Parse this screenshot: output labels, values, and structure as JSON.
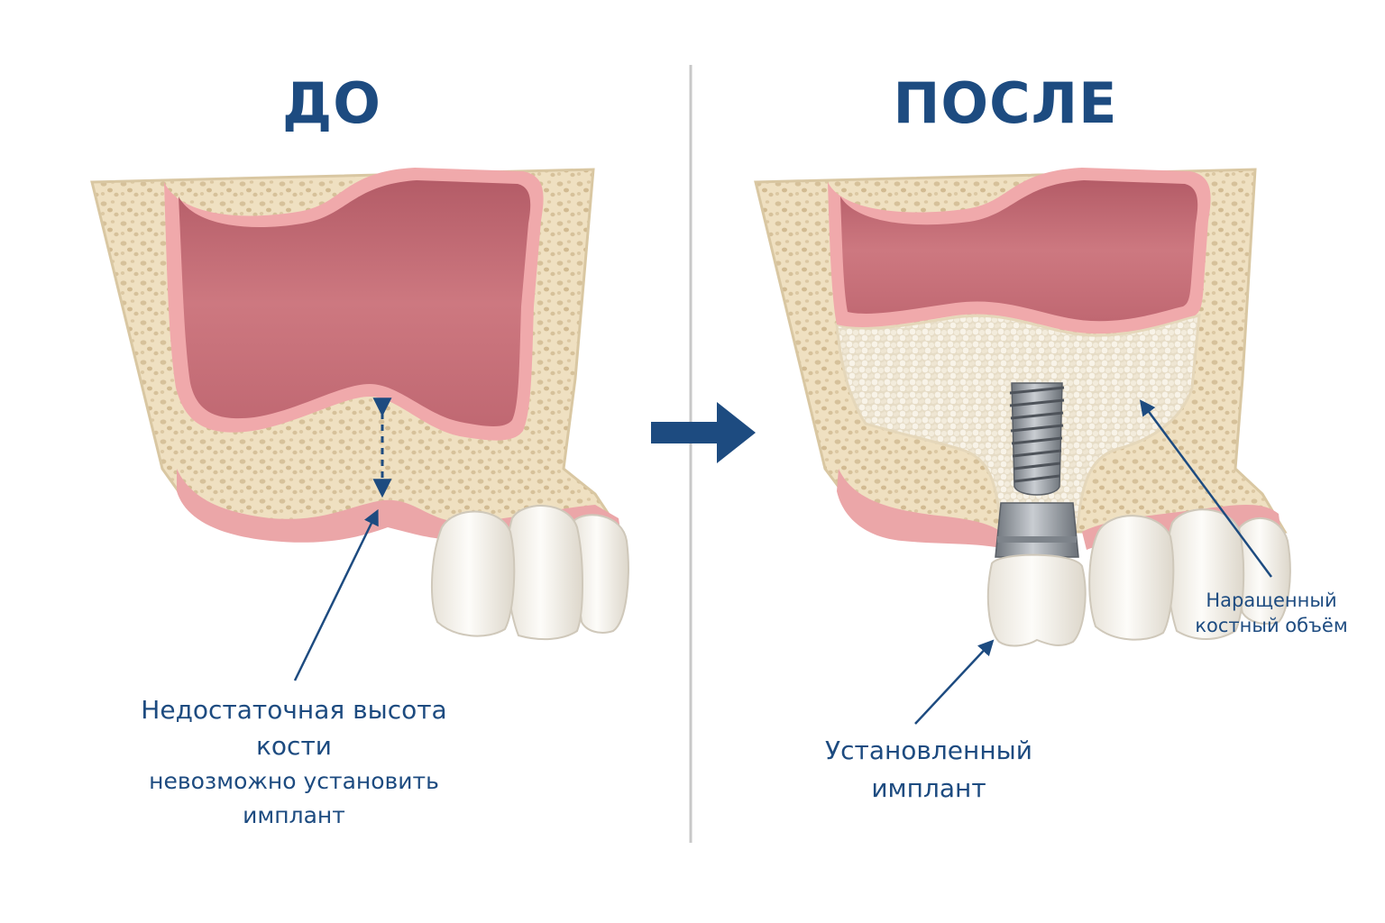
{
  "before": {
    "title": "ДО",
    "label_main": "Недостаточная высота кости",
    "label_sub": "невозможно установить имплант"
  },
  "after": {
    "title": "ПОСЛЕ",
    "implant_label": "Установленный имплант",
    "augmented_label": "Наращенный костный объём"
  },
  "colors": {
    "accent": "#1d4b80",
    "bone": "#efe0c1",
    "bone_pore": "#d4bf98",
    "sinus": "#c56a74",
    "sinus_dark": "#a8505c",
    "gum": "#e9a2a4",
    "graft": "#f4ecdc",
    "tooth": "#f7f4ee",
    "implant": "#9aa0a6",
    "divider": "#c8c8c8"
  },
  "icons": [
    "arrow-right-icon",
    "double-arrow-icon"
  ]
}
